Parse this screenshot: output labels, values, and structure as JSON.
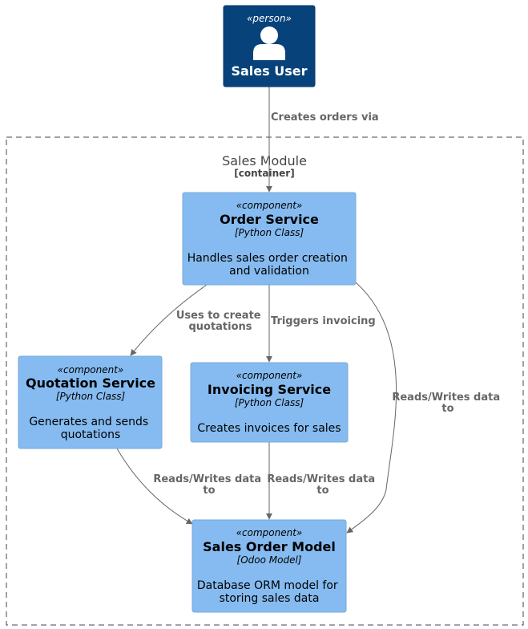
{
  "colors": {
    "person_fill": "#08427b",
    "component_fill": "#85bbf0",
    "component_stroke": "#78a8d8",
    "edge": "#666666",
    "boundary": "#444444"
  },
  "person": {
    "stereotype": "«person»",
    "name": "Sales User",
    "icon": "person-icon"
  },
  "boundary": {
    "name": "Sales Module",
    "type": "[container]"
  },
  "components": {
    "order_service": {
      "stereotype": "«component»",
      "name": "Order Service",
      "technology": "[Python Class]",
      "description_lines": [
        "Handles sales order creation",
        "and validation"
      ]
    },
    "quotation_service": {
      "stereotype": "«component»",
      "name": "Quotation Service",
      "technology": "[Python Class]",
      "description_lines": [
        "Generates and sends",
        "quotations"
      ]
    },
    "invoicing_service": {
      "stereotype": "«component»",
      "name": "Invoicing Service",
      "technology": "[Python Class]",
      "description_lines": [
        "Creates invoices for sales"
      ]
    },
    "sales_order_model": {
      "stereotype": "«component»",
      "name": "Sales Order Model",
      "technology": "[Odoo Model]",
      "description_lines": [
        "Database ORM model for",
        "storing sales data"
      ]
    }
  },
  "relations": {
    "user_to_order": {
      "label_lines": [
        "Creates orders via"
      ]
    },
    "order_to_quotation": {
      "label_lines": [
        "Uses to create",
        "quotations"
      ]
    },
    "order_to_invoicing": {
      "label_lines": [
        "Triggers invoicing"
      ]
    },
    "order_to_model": {
      "label_lines": [
        "Reads/Writes data",
        "to"
      ]
    },
    "quotation_to_model": {
      "label_lines": [
        "Reads/Writes data",
        "to"
      ]
    },
    "invoicing_to_model": {
      "label_lines": [
        "Reads/Writes data",
        "to"
      ]
    }
  }
}
